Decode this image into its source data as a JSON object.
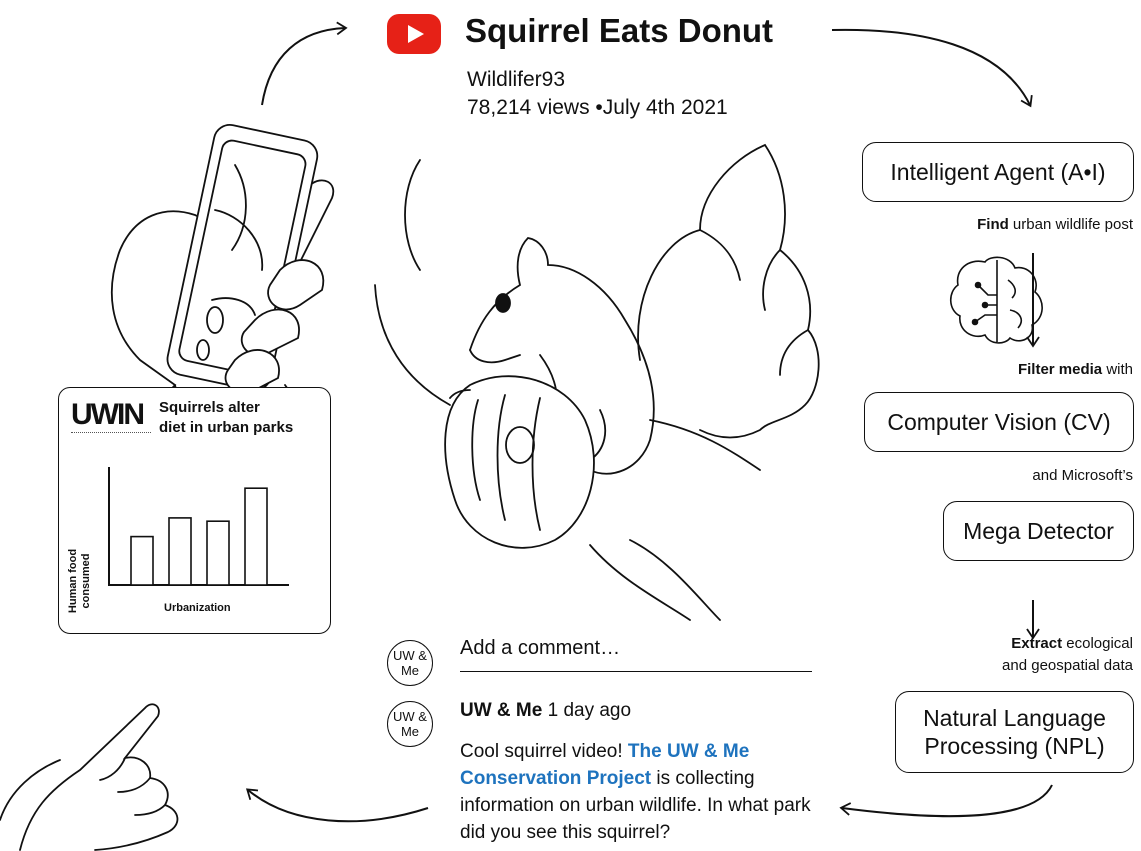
{
  "video": {
    "title": "Squirrel Eats Donut",
    "channel": "Wildlifer93",
    "views": "78,214 views",
    "date": "•July 4th 2021"
  },
  "comment_input": {
    "placeholder": "Add a comment…",
    "avatar_line1": "UW &",
    "avatar_line2": "Me"
  },
  "comment": {
    "avatar_line1": "UW &",
    "avatar_line2": "Me",
    "author": "UW & Me",
    "time": " 1 day ago",
    "text_before": "Cool squirrel video! ",
    "link": "The UW & Me Conservation Project",
    "text_after": " is collecting information on urban wildlife. In what park did you see this squirrel?"
  },
  "pipeline": {
    "box1": "Intelligent Agent (A•I)",
    "cap1_bold": "Find",
    "cap1_rest": " urban wildlife post",
    "cap2_bold": "Filter media",
    "cap2_rest": " with",
    "box2": "Computer Vision (CV)",
    "cap3": "and Microsoft’s",
    "box3": "Mega Detector",
    "cap4_bold": "Extract",
    "cap4_rest": " ecological",
    "cap4_line2": "and geospatial data",
    "box4_line1": "Natural Language",
    "box4_line2": "Processing (NPL)"
  },
  "card": {
    "logo": "UWIN",
    "headline_line1": "Squirrels alter",
    "headline_line2": "diet in urban parks",
    "ylabel_line1": "Human food",
    "ylabel_line2": "consumed",
    "xlabel": "Urbanization"
  },
  "chart_data": {
    "type": "bar",
    "categories": [
      "",
      "",
      "",
      ""
    ],
    "values": [
      44,
      61,
      58,
      88
    ],
    "ylim": [
      0,
      100
    ],
    "xlabel": "Urbanization",
    "ylabel": "Human food consumed",
    "title": "Squirrels alter diet in urban parks",
    "grid": false
  },
  "colors": {
    "youtube_red": "#e62117",
    "link_blue": "#1e73be",
    "ink": "#111111"
  },
  "icons": [
    "youtube-play-icon",
    "brain-circuit-icon",
    "hand-phone-illustration",
    "squirrel-donut-illustration",
    "pointing-hand-illustration"
  ]
}
